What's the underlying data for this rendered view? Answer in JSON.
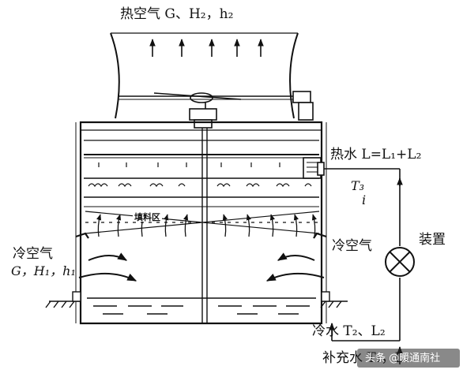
{
  "labels": {
    "hot_air": "热空气 G、H₂，h₂",
    "hot_water": "热水 L=L₁+L₂",
    "t3": "T₃",
    "t3_sub": "i",
    "fill_zone": "填料区",
    "cold_air_left": "冷空气",
    "cold_air_left_params": "G，H₁，h₁",
    "cold_air_right": "冷空气",
    "device": "装置",
    "cold_water": "冷水 T₂、L₂",
    "makeup_water": "补充水 T₁，L₁",
    "watermark": "头条 @暖通南社"
  },
  "colors": {
    "ink": "#111111",
    "background": "#ffffff"
  }
}
